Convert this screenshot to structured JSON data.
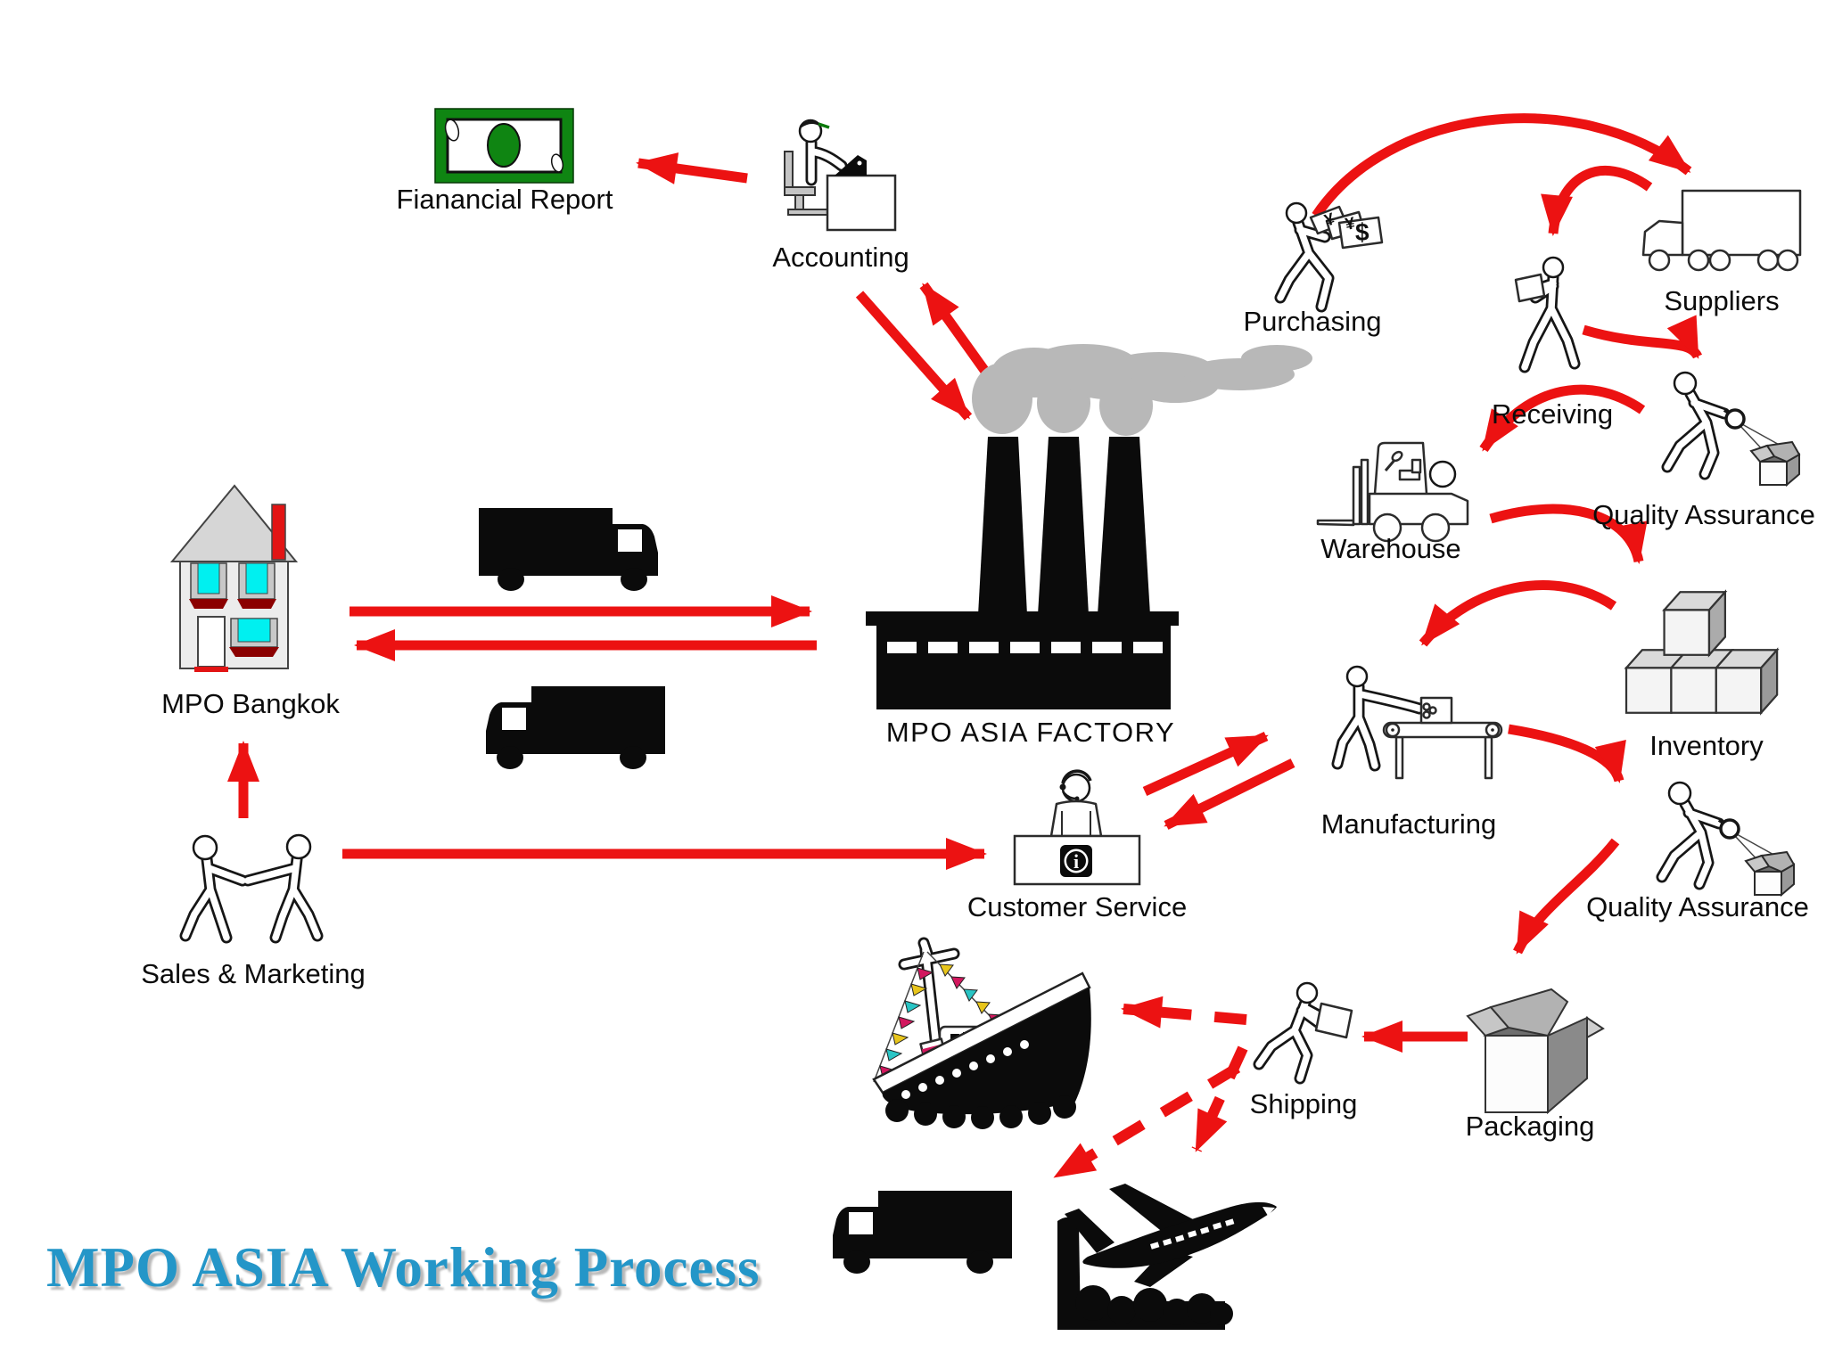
{
  "title": "MPO ASIA Working Process",
  "nodes": {
    "financial_report": {
      "label": "Fianancial Report",
      "icon": "money-bill-icon"
    },
    "accounting": {
      "label": "Accounting",
      "icon": "accountant-at-desk-icon"
    },
    "purchasing": {
      "label": "Purchasing",
      "icon": "person-carrying-money-icon",
      "symbols": [
        "¥",
        "¥",
        "$"
      ]
    },
    "suppliers": {
      "label": "Suppliers",
      "icon": "delivery-truck-outline-icon"
    },
    "receiving": {
      "label": "Receiving",
      "icon": "person-holding-parcel-icon"
    },
    "quality_assurance_in": {
      "label": "Quality Assurance",
      "icon": "inspector-magnifier-icon"
    },
    "warehouse": {
      "label": "Warehouse",
      "icon": "forklift-icon"
    },
    "inventory": {
      "label": "Inventory",
      "icon": "stacked-boxes-icon"
    },
    "manufacturing": {
      "label": "Manufacturing",
      "icon": "worker-conveyor-icon"
    },
    "mpo_bangkok": {
      "label": "MPO Bangkok",
      "icon": "house-icon"
    },
    "mpo_asia_factory": {
      "label": "MPO ASIA FACTORY",
      "icon": "factory-icon"
    },
    "customer_service": {
      "label": "Customer Service",
      "icon": "service-desk-icon",
      "info_symbol": "i"
    },
    "sales_marketing": {
      "label": "Sales & Marketing",
      "icon": "handshake-figures-icon"
    },
    "shipping": {
      "label": "Shipping",
      "icon": "courier-running-icon"
    },
    "packaging": {
      "label": "Packaging",
      "icon": "open-carton-icon"
    },
    "quality_assurance_out": {
      "label": "Quality Assurance",
      "icon": "inspector-magnifier-icon"
    }
  },
  "transport_icons": [
    "cargo-ship-icon",
    "cargo-truck-icon",
    "cargo-airplane-icon",
    "shuttle-truck-right-icon",
    "shuttle-truck-left-icon"
  ],
  "edges": [
    {
      "from": "Accounting",
      "to": "Fianancial Report",
      "style": "solid"
    },
    {
      "from": "MPO ASIA FACTORY",
      "to": "Accounting",
      "style": "solid"
    },
    {
      "from": "Accounting",
      "to": "MPO ASIA FACTORY",
      "style": "solid"
    },
    {
      "from": "MPO Bangkok",
      "to": "MPO ASIA FACTORY",
      "style": "solid"
    },
    {
      "from": "MPO ASIA FACTORY",
      "to": "MPO Bangkok",
      "style": "solid"
    },
    {
      "from": "Sales & Marketing",
      "to": "MPO Bangkok",
      "style": "solid"
    },
    {
      "from": "Sales & Marketing",
      "to": "Customer Service",
      "style": "solid"
    },
    {
      "from": "Customer Service",
      "to": "Manufacturing",
      "style": "solid"
    },
    {
      "from": "Manufacturing",
      "to": "Customer Service",
      "style": "solid"
    },
    {
      "from": "Purchasing",
      "to": "Suppliers",
      "style": "solid"
    },
    {
      "from": "Suppliers",
      "to": "Receiving",
      "style": "solid"
    },
    {
      "from": "Receiving",
      "to": "Quality Assurance (inbound)",
      "style": "solid"
    },
    {
      "from": "Quality Assurance (inbound)",
      "to": "Warehouse",
      "style": "solid"
    },
    {
      "from": "Warehouse",
      "to": "Inventory",
      "style": "solid"
    },
    {
      "from": "Inventory",
      "to": "Manufacturing",
      "style": "solid"
    },
    {
      "from": "Manufacturing",
      "to": "Quality Assurance (outbound)",
      "style": "solid"
    },
    {
      "from": "Quality Assurance (outbound)",
      "to": "Packaging",
      "style": "solid"
    },
    {
      "from": "Packaging",
      "to": "Shipping",
      "style": "solid"
    },
    {
      "from": "Shipping",
      "to": "cargo-ship",
      "style": "dashed"
    },
    {
      "from": "Shipping",
      "to": "cargo-truck",
      "style": "dashed"
    },
    {
      "from": "Shipping",
      "to": "cargo-airplane",
      "style": "dashed"
    }
  ],
  "colors": {
    "arrow_red": "#EC1212",
    "title_blue": "#2496C8",
    "money_green": "#0F8512",
    "window_cyan": "#00F0F0",
    "sill_dark_red": "#8B0000",
    "chimney_red": "#E21414",
    "smoke_gray": "#B8B8B8",
    "flag_magenta": "#D2175E",
    "flag_yellow": "#E8C51B",
    "flag_teal": "#29C5C5"
  }
}
